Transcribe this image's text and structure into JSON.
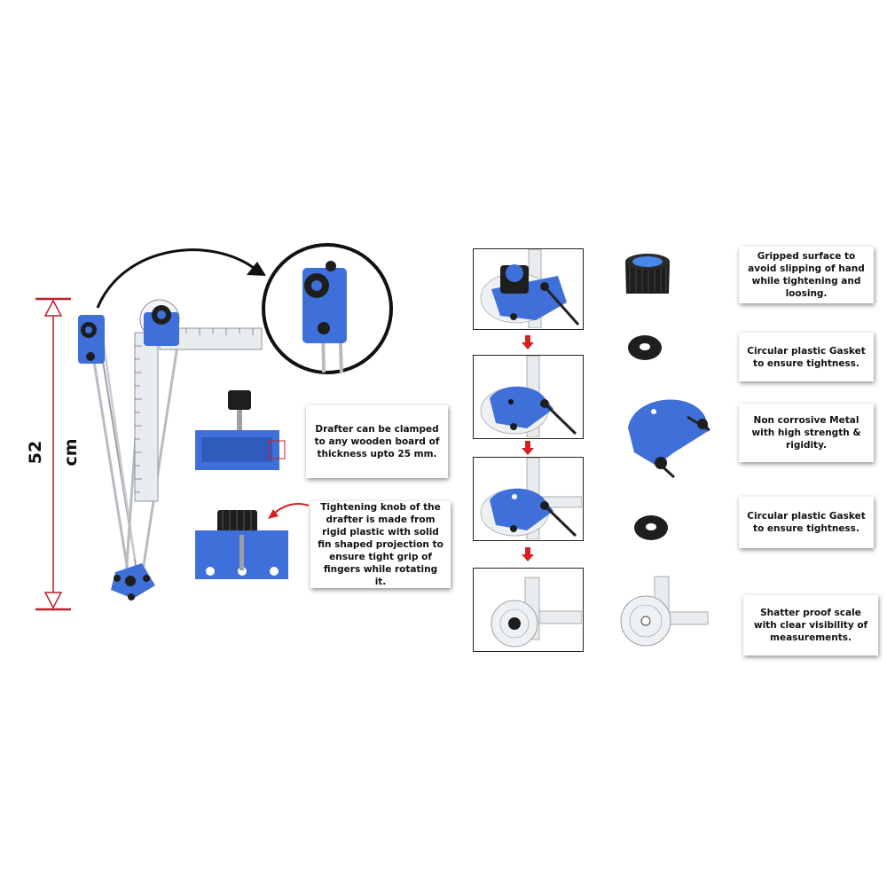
{
  "dimension": {
    "label": "52 cm"
  },
  "captions": {
    "clamp": "Drafter can be clamped to any wooden board of thickness upto 25 mm.",
    "knob": "Tightening knob of the drafter is made from rigid plastic with solid fin shaped projection to ensure tight grip of fingers while rotating it.",
    "gripped": "Gripped surface to avoid slipping of hand while tightening and loosing.",
    "gasket_top": "Circular plastic Gasket to ensure tightness.",
    "metal": "Non corrosive Metal with high strength & rigidity.",
    "gasket_bottom": "Circular plastic Gasket to ensure tightness.",
    "scale": "Shatter proof scale with clear visibility of measurements."
  },
  "colors": {
    "accent_blue": "#3f6fd8",
    "dimension_red": "#b8202a",
    "arrow_red": "#d42020",
    "knob_black": "#1e1e1e",
    "rod_silver": "#b8bcc2"
  },
  "icons": [
    "curved-arrow-icon",
    "down-arrow-icon",
    "dimension-arrow-icon"
  ]
}
